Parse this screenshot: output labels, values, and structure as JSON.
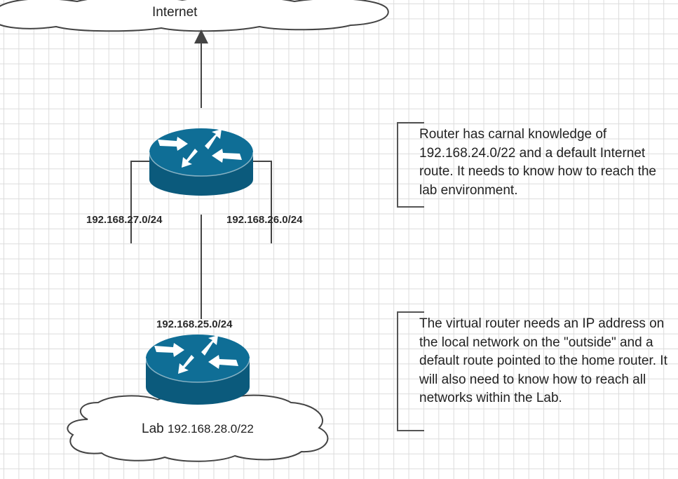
{
  "clouds": {
    "internet": {
      "label": "Internet"
    },
    "lab": {
      "label": "Lab",
      "subnet": "192.168.28.0/22"
    }
  },
  "networks": {
    "left": "192.168.27.0/24",
    "right": "192.168.26.0/24",
    "middle": "192.168.25.0/24"
  },
  "notes": {
    "home_router": "Router has carnal knowledge of 192.168.24.0/22 and a default Internet route.  It needs to know how to reach the lab environment.",
    "virtual_router": "The virtual router needs an IP address on the local network on the \"outside\" and a default route pointed to the home router.  It will also need to know how to reach all networks within the Lab."
  },
  "colors": {
    "router_fill": "#0f6e96",
    "router_side": "#0b5a7c",
    "line": "#444444",
    "grid": "#dcdcdc"
  },
  "icons": {
    "home_router": "router-icon",
    "virtual_router": "router-icon"
  }
}
